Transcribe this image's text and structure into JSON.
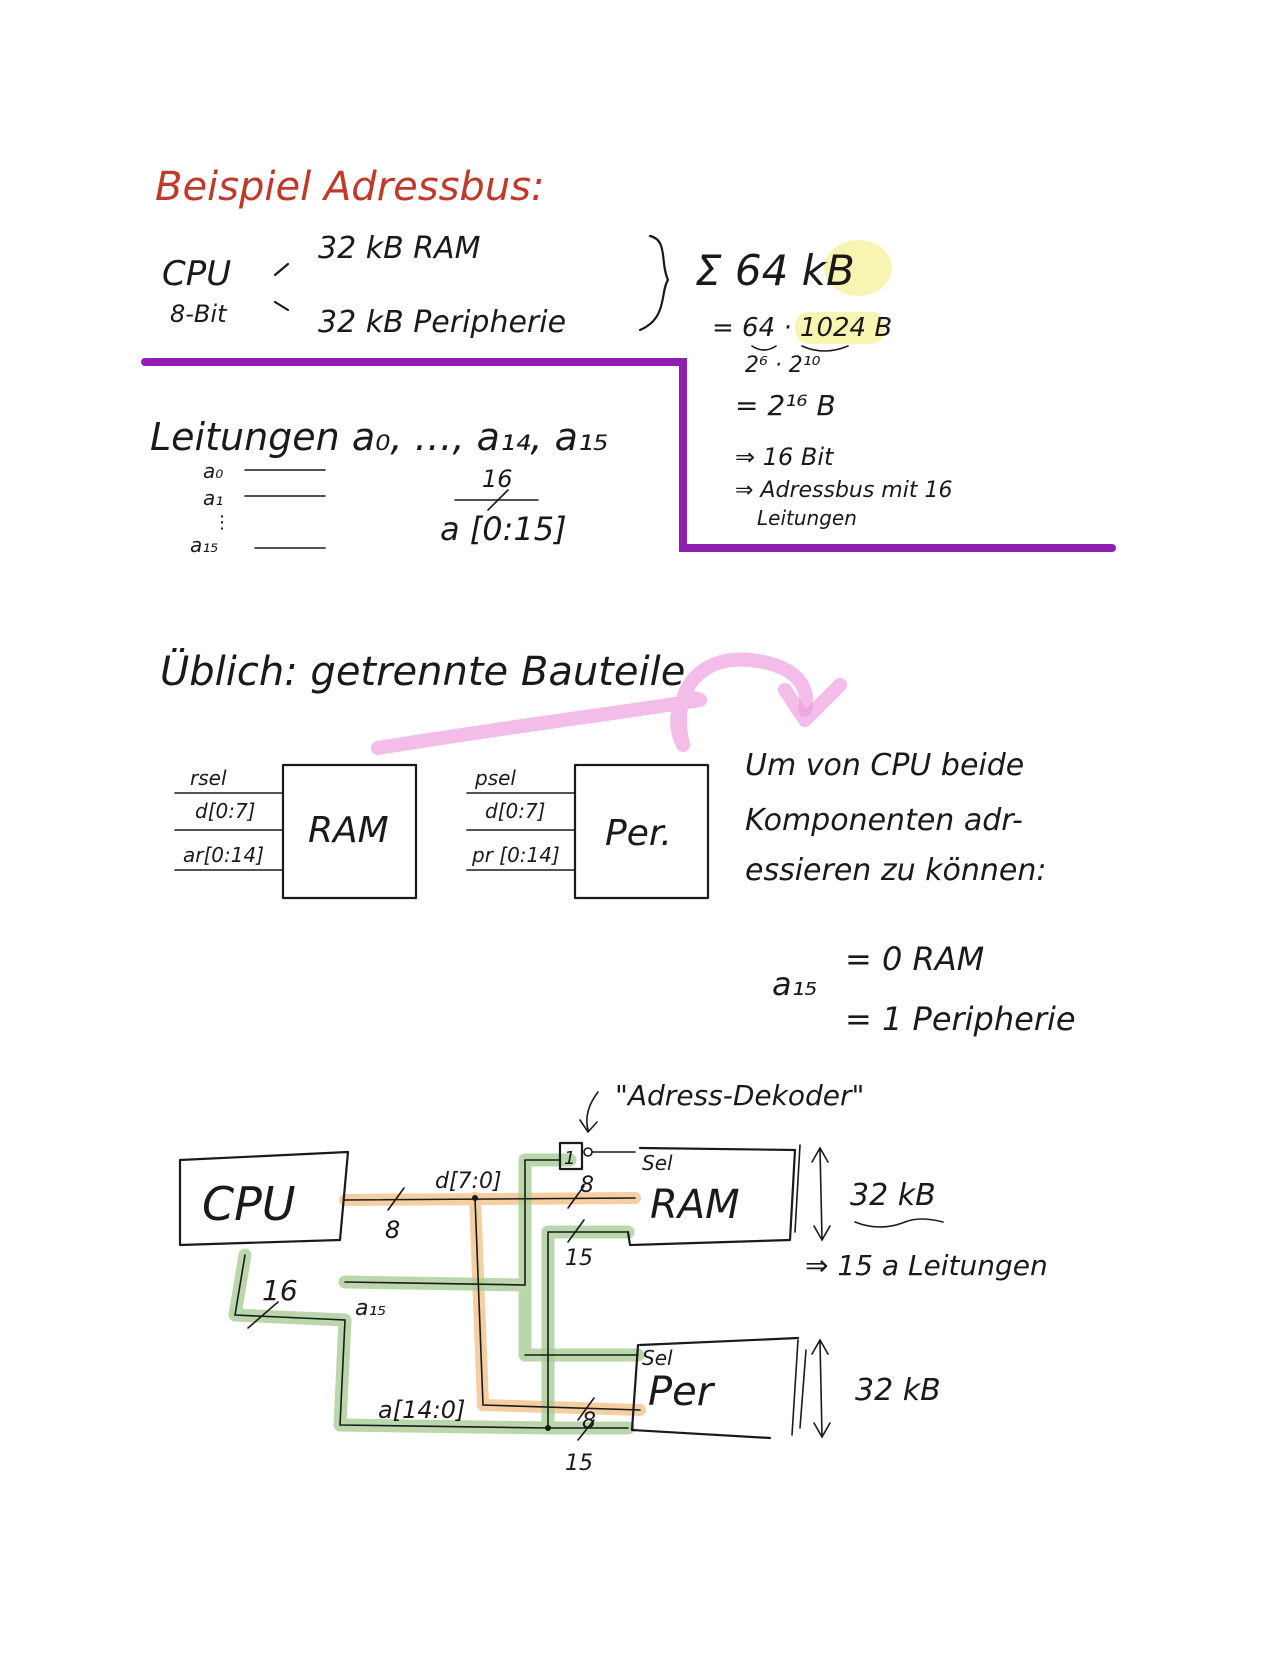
{
  "title": "Beispiel Adressbus:",
  "top": {
    "cpu_label": "CPU",
    "cpu_bits": "8-Bit",
    "ram_size": "32 kB RAM",
    "peripherie_size": "32 kB Peripherie",
    "sum": "Σ 64 kB",
    "sum_kb_highlight": "kB",
    "calc_line1": "= 64 · 1024 B",
    "calc_powers": "2⁶ · 2¹⁰",
    "calc_line2": "= 2¹⁶ B",
    "implies_bits": "⇒ 16 Bit",
    "implies_bus": "⇒ Adressbus mit 16",
    "implies_bus2": "Leitungen"
  },
  "leitungen": {
    "heading": "Leitungen a₀, …, a₁₄, a₁₅",
    "lines": [
      "a₀",
      "a₁",
      "⋮",
      "a₁₅"
    ],
    "bus_width": "16",
    "bus_label": "a [0:15]"
  },
  "ueblich": {
    "heading": "Üblich: getrennte Bauteile",
    "ram_block": {
      "label": "RAM",
      "pins": [
        "rsel",
        "d[0:7]",
        "ar[0:14]"
      ]
    },
    "per_block": {
      "label": "Per.",
      "pins": [
        "psel",
        "d[0:7]",
        "pr [0:14]"
      ]
    },
    "note_line1": "Um von CPU beide",
    "note_line2": "Komponenten adr-",
    "note_line3": "essieren zu können:",
    "a15": "a₁₅",
    "rule_ram": "= 0  RAM",
    "rule_per": "= 1  Peripherie"
  },
  "schematic": {
    "decoder_label": "\"Adress-Dekoder\"",
    "decoder_symbol": "1",
    "cpu": "CPU",
    "data_bus": "d[7:0]",
    "data_width": "8",
    "addr_width": "16",
    "a15": "a₁₅",
    "a_low": "a[14:0]",
    "ram": {
      "sel": "Sel",
      "label": "RAM",
      "data_width": "8",
      "addr_width": "15",
      "size": "32 kB",
      "note": "⇒ 15 a Leitungen"
    },
    "per": {
      "sel": "Sel",
      "label": "Per",
      "data_width": "8",
      "addr_width": "15",
      "size": "32 kB"
    }
  },
  "colors": {
    "title": "#c0392b",
    "divider": "#8e1fb0",
    "data_bus": "#f3c690",
    "addr_bus": "#a9cc96",
    "arrow": "#ee9fe0"
  }
}
